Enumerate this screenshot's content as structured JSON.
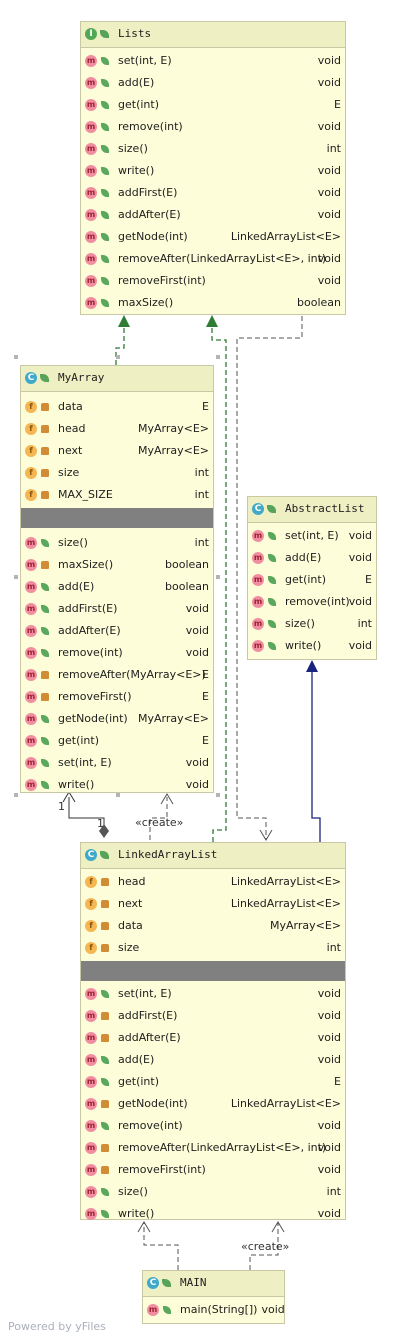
{
  "classes": {
    "lists": {
      "name": "Lists",
      "kind": "I",
      "members": [
        {
          "kind": "m",
          "vis": "pub",
          "name": "set(int, E)",
          "type": "void"
        },
        {
          "kind": "m",
          "vis": "pub",
          "name": "add(E)",
          "type": "void"
        },
        {
          "kind": "m",
          "vis": "pub",
          "name": "get(int)",
          "type": "E"
        },
        {
          "kind": "m",
          "vis": "pub",
          "name": "remove(int)",
          "type": "void"
        },
        {
          "kind": "m",
          "vis": "pub",
          "name": "size()",
          "type": "int"
        },
        {
          "kind": "m",
          "vis": "pub",
          "name": "write()",
          "type": "void"
        },
        {
          "kind": "m",
          "vis": "pub",
          "name": "addFirst(E)",
          "type": "void"
        },
        {
          "kind": "m",
          "vis": "pub",
          "name": "addAfter(E)",
          "type": "void"
        },
        {
          "kind": "m",
          "vis": "pub",
          "name": "getNode(int)",
          "type": "LinkedArrayList<E>"
        },
        {
          "kind": "m",
          "vis": "pub",
          "name": "removeAfter(LinkedArrayList<E>, int)",
          "type": "void"
        },
        {
          "kind": "m",
          "vis": "pub",
          "name": "removeFirst(int)",
          "type": "void"
        },
        {
          "kind": "m",
          "vis": "pub",
          "name": "maxSize()",
          "type": "boolean"
        }
      ]
    },
    "myarray": {
      "name": "MyArray",
      "kind": "C",
      "fields": [
        {
          "kind": "f",
          "vis": "priv",
          "name": "data",
          "type": "E"
        },
        {
          "kind": "f",
          "vis": "priv",
          "name": "head",
          "type": "MyArray<E>"
        },
        {
          "kind": "f",
          "vis": "priv",
          "name": "next",
          "type": "MyArray<E>"
        },
        {
          "kind": "f",
          "vis": "priv",
          "name": "size",
          "type": "int"
        },
        {
          "kind": "f",
          "vis": "priv",
          "name": "MAX_SIZE",
          "type": "int"
        }
      ],
      "methods": [
        {
          "kind": "m",
          "vis": "pub",
          "name": "size()",
          "type": "int"
        },
        {
          "kind": "m",
          "vis": "priv",
          "name": "maxSize()",
          "type": "boolean"
        },
        {
          "kind": "m",
          "vis": "pub",
          "name": "add(E)",
          "type": "boolean"
        },
        {
          "kind": "m",
          "vis": "pub",
          "name": "addFirst(E)",
          "type": "void"
        },
        {
          "kind": "m",
          "vis": "pub",
          "name": "addAfter(E)",
          "type": "void"
        },
        {
          "kind": "m",
          "vis": "pub",
          "name": "remove(int)",
          "type": "void"
        },
        {
          "kind": "m",
          "vis": "priv",
          "name": "removeAfter(MyArray<E>)",
          "type": "E"
        },
        {
          "kind": "m",
          "vis": "priv",
          "name": "removeFirst()",
          "type": "E"
        },
        {
          "kind": "m",
          "vis": "pub",
          "name": "getNode(int)",
          "type": "MyArray<E>"
        },
        {
          "kind": "m",
          "vis": "pub",
          "name": "get(int)",
          "type": "E"
        },
        {
          "kind": "m",
          "vis": "pub",
          "name": "set(int, E)",
          "type": "void"
        },
        {
          "kind": "m",
          "vis": "pub",
          "name": "write()",
          "type": "void"
        }
      ]
    },
    "abstractlist": {
      "name": "AbstractList",
      "kind": "C",
      "members": [
        {
          "kind": "m",
          "vis": "pub",
          "name": "set(int, E)",
          "type": "void"
        },
        {
          "kind": "m",
          "vis": "pub",
          "name": "add(E)",
          "type": "void"
        },
        {
          "kind": "m",
          "vis": "pub",
          "name": "get(int)",
          "type": "E"
        },
        {
          "kind": "m",
          "vis": "pub",
          "name": "remove(int)",
          "type": "void"
        },
        {
          "kind": "m",
          "vis": "pub",
          "name": "size()",
          "type": "int"
        },
        {
          "kind": "m",
          "vis": "pub",
          "name": "write()",
          "type": "void"
        }
      ]
    },
    "linkedarraylist": {
      "name": "LinkedArrayList",
      "kind": "C",
      "fields": [
        {
          "kind": "f",
          "vis": "priv",
          "name": "head",
          "type": "LinkedArrayList<E>"
        },
        {
          "kind": "f",
          "vis": "priv",
          "name": "next",
          "type": "LinkedArrayList<E>"
        },
        {
          "kind": "f",
          "vis": "priv",
          "name": "data",
          "type": "MyArray<E>"
        },
        {
          "kind": "f",
          "vis": "priv",
          "name": "size",
          "type": "int"
        }
      ],
      "methods": [
        {
          "kind": "m",
          "vis": "pub",
          "name": "set(int, E)",
          "type": "void"
        },
        {
          "kind": "m",
          "vis": "priv",
          "name": "addFirst(E)",
          "type": "void"
        },
        {
          "kind": "m",
          "vis": "priv",
          "name": "addAfter(E)",
          "type": "void"
        },
        {
          "kind": "m",
          "vis": "pub",
          "name": "add(E)",
          "type": "void"
        },
        {
          "kind": "m",
          "vis": "pub",
          "name": "get(int)",
          "type": "E"
        },
        {
          "kind": "m",
          "vis": "priv",
          "name": "getNode(int)",
          "type": "LinkedArrayList<E>"
        },
        {
          "kind": "m",
          "vis": "pub",
          "name": "remove(int)",
          "type": "void"
        },
        {
          "kind": "m",
          "vis": "priv",
          "name": "removeAfter(LinkedArrayList<E>, int)",
          "type": "void"
        },
        {
          "kind": "m",
          "vis": "priv",
          "name": "removeFirst(int)",
          "type": "void"
        },
        {
          "kind": "m",
          "vis": "pub",
          "name": "size()",
          "type": "int"
        },
        {
          "kind": "m",
          "vis": "pub",
          "name": "write()",
          "type": "void"
        }
      ]
    },
    "main": {
      "name": "MAIN",
      "kind": "C",
      "members": [
        {
          "kind": "m",
          "vis": "pub",
          "name": "main(String[])",
          "type": "void"
        }
      ]
    }
  },
  "labels": {
    "create1": "«create»",
    "create2": "«create»",
    "mult_one_a": "1",
    "mult_one_b": "1"
  },
  "footer": "Powered by yFiles",
  "colors": {
    "implements": "#2e7d32",
    "extends": "#1a237e",
    "dependency": "#555555",
    "box_fill": "#fdfdd9",
    "box_header": "#efefc4"
  }
}
